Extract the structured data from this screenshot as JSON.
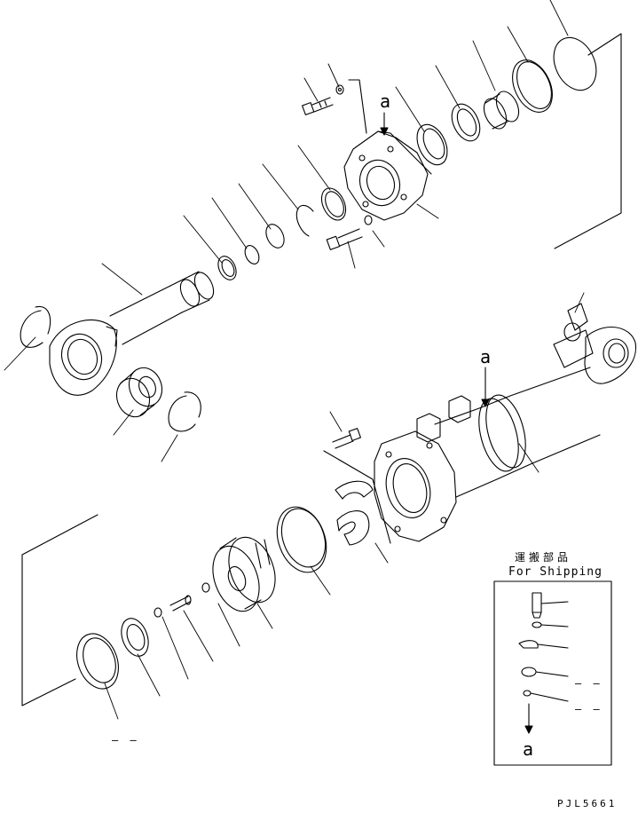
{
  "labels": {
    "arrow_top": "a",
    "arrow_mid": "a",
    "arrow_box": "a",
    "shipping_jp": "運搬部品",
    "shipping_en": "For Shipping",
    "drawing_code": "PJL5661",
    "dash_bottom": "– –",
    "dash_box_1": "– –",
    "dash_box_2": "– –"
  },
  "colors": {
    "line": "#000000",
    "background": "#ffffff"
  }
}
